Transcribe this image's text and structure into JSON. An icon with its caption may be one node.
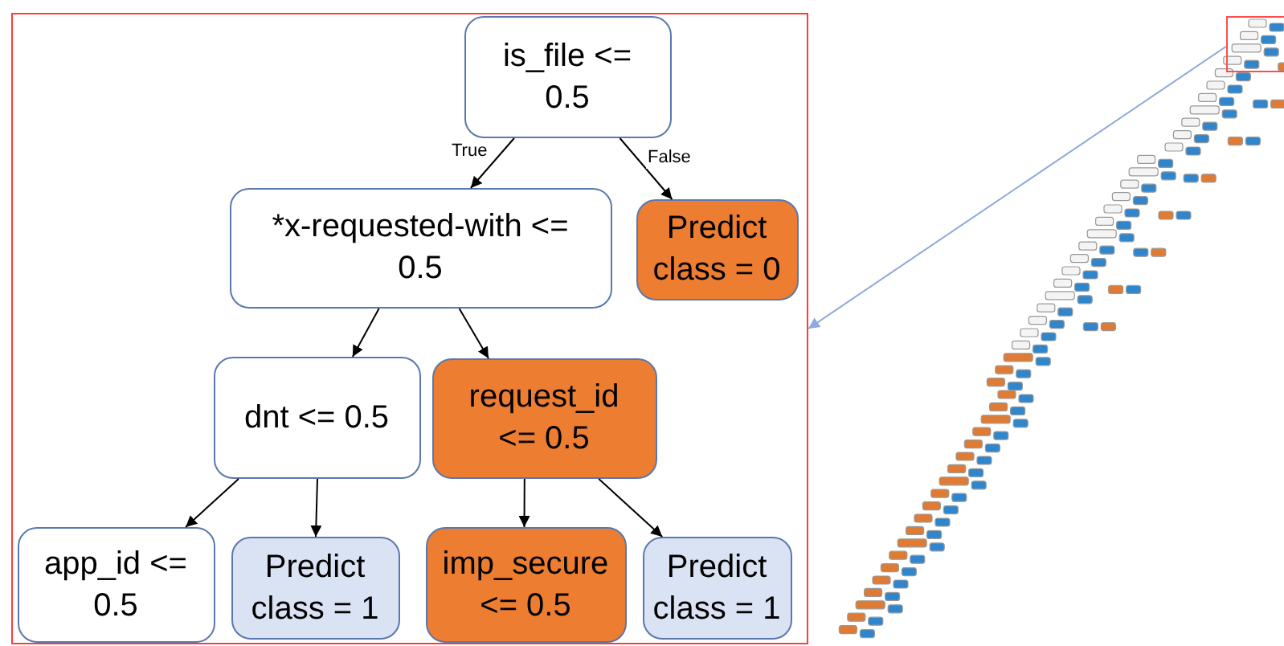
{
  "diagram": {
    "nodes": [
      {
        "text": [],
        "shape": "box"
      },
      {
        "text": [
          "is_file <= 0.5"
        ],
        "in": 0
      },
      {
        "text": [
          "*x-requested-with <= 0.5"
        ],
        "in": 0
      },
      {
        "text": [
          "Predict class = 0"
        ],
        "in": 0
      },
      {
        "text": [
          "dnt <= 0.5"
        ],
        "in": 0
      },
      {
        "text": [
          "request_id <= 0.5"
        ],
        "in": 0
      },
      {
        "text": [
          "app_id <= 0.5"
        ],
        "in": 0
      },
      {
        "text": [
          "Predict class = 1"
        ],
        "in": 0
      },
      {
        "text": [
          "imp_secure <= 0.5"
        ],
        "in": 0
      },
      {
        "text": [
          "Predict class = 1"
        ],
        "in": 0
      },
      {
        "text": [],
        "shape": "picture"
      },
      {
        "text": [],
        "shape": "box",
        "in": 10
      }
    ],
    "edges": [
      {
        "from": 1,
        "to": 2,
        "arrow": "to",
        "label": "True"
      },
      {
        "from": 1,
        "to": 3,
        "arrow": "to",
        "label": "False"
      },
      {
        "from": 2,
        "to": 4,
        "arrow": "to"
      },
      {
        "from": 2,
        "to": 5,
        "arrow": "to"
      },
      {
        "from": 4,
        "to": 6,
        "arrow": "to"
      },
      {
        "from": 4,
        "to": 7,
        "arrow": "to"
      },
      {
        "from": 5,
        "to": 8,
        "arrow": "to"
      },
      {
        "from": 5,
        "to": 9,
        "arrow": "to"
      },
      {
        "from": 11,
        "to": 0,
        "arrow": "to",
        "color": "#8faadc"
      }
    ]
  }
}
